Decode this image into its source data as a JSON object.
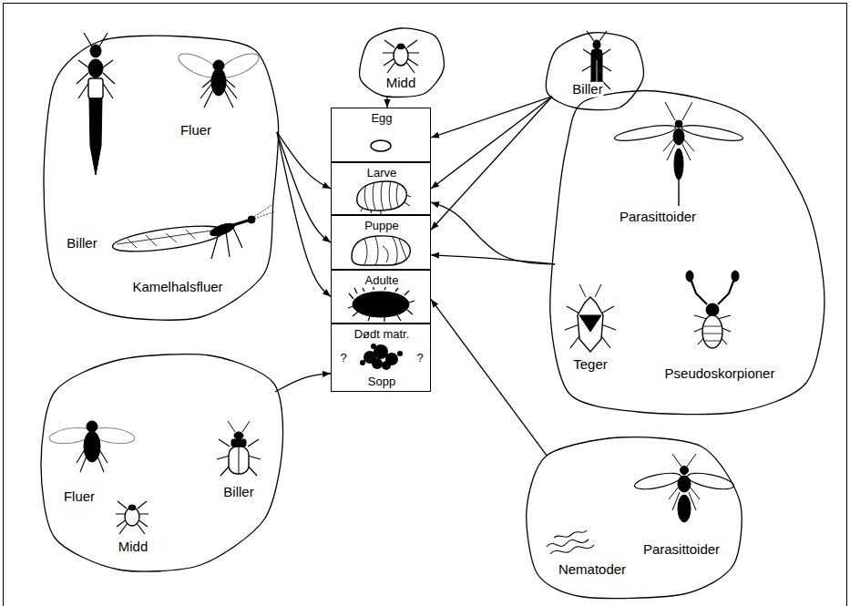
{
  "diagram": {
    "nodes": [
      {
        "text": [
          "Biller",
          "Fluer",
          "Kamelhalsfluer"
        ]
      },
      {
        "text": [
          "Midd"
        ]
      },
      {
        "text": [
          "Biller"
        ]
      },
      {
        "text": [
          "Egg"
        ]
      },
      {
        "text": [
          "Larve"
        ]
      },
      {
        "text": [
          "Puppe"
        ]
      },
      {
        "text": [
          "Adulte"
        ]
      },
      {
        "text": [
          "Dødt matr.",
          "?",
          "?",
          "Sopp"
        ]
      },
      {
        "text": [
          "Parasittoider",
          "Teger",
          "Pseudoskorpioner"
        ]
      },
      {
        "text": [
          "Fluer",
          "Biller",
          "Midd"
        ]
      },
      {
        "text": [
          "Parasittoider",
          "Nematoder"
        ]
      }
    ],
    "edges": [
      {
        "from": 1,
        "to": 3,
        "arrow": "to"
      },
      {
        "from": 0,
        "to": 4,
        "arrow": "to"
      },
      {
        "from": 0,
        "to": 5,
        "arrow": "to"
      },
      {
        "from": 0,
        "to": 6,
        "arrow": "to"
      },
      {
        "from": 2,
        "to": 3,
        "arrow": "to"
      },
      {
        "from": 2,
        "to": 4,
        "arrow": "to"
      },
      {
        "from": 2,
        "to": 5,
        "arrow": "to"
      },
      {
        "from": 8,
        "to": 4,
        "arrow": "to"
      },
      {
        "from": 8,
        "to": 5,
        "arrow": "to"
      },
      {
        "from": 9,
        "to": 7,
        "arrow": "to"
      },
      {
        "from": 10,
        "to": 6,
        "arrow": "to"
      }
    ]
  }
}
